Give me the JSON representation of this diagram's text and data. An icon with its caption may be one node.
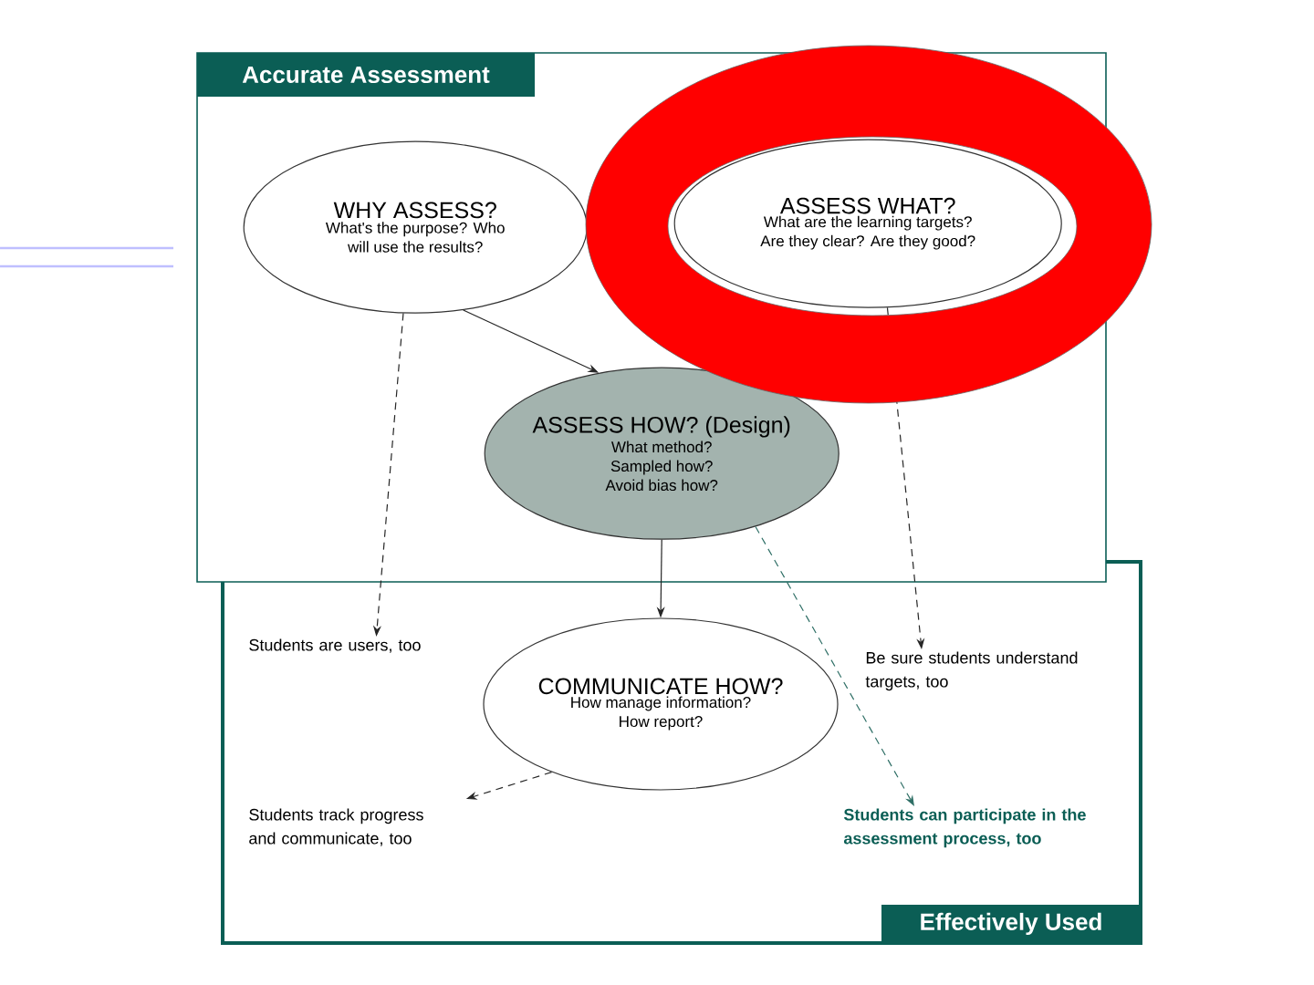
{
  "diagram": {
    "nodes": [
      {
        "text": [
          "Accurate Assessment"
        ]
      },
      {
        "text": [
          "Effectively Used"
        ]
      },
      {
        "text": [
          "WHY ASSESS?",
          "What's the purpose? Who will use the results?"
        ],
        "in": 0
      },
      {
        "text": [
          "ASSESS WHAT?",
          "What are the learning targets? Are they clear? Are they good?"
        ],
        "in": 0
      },
      {
        "text": [
          "ASSESS HOW? (Design)",
          "What method? Sampled how? Avoid bias how?"
        ],
        "in": 0
      },
      {
        "text": [
          "COMMUNICATE HOW?",
          "How manage information? How report?"
        ],
        "in": 1
      },
      {
        "text": [
          "Students are users, too"
        ],
        "in": 1
      },
      {
        "text": [
          "Be sure students understand targets, too"
        ],
        "in": 1
      },
      {
        "text": [
          "Students track progress and communicate, too"
        ],
        "in": 1
      },
      {
        "text": [
          "Students can participate in the assessment process, too"
        ],
        "in": 1
      }
    ],
    "edges": [
      {
        "from": 2,
        "to": 4,
        "arrow": "to"
      },
      {
        "from": 2,
        "to": 6,
        "arrow": "to",
        "style": "dashed"
      },
      {
        "from": 3,
        "to": 7,
        "arrow": "to",
        "style": "dashed"
      },
      {
        "from": 4,
        "to": 5,
        "arrow": "to"
      },
      {
        "from": 4,
        "to": 9,
        "arrow": "to",
        "style": "dashed",
        "color": "#2f6f66"
      },
      {
        "from": 5,
        "to": 8,
        "arrow": "to",
        "style": "dashed"
      }
    ]
  }
}
